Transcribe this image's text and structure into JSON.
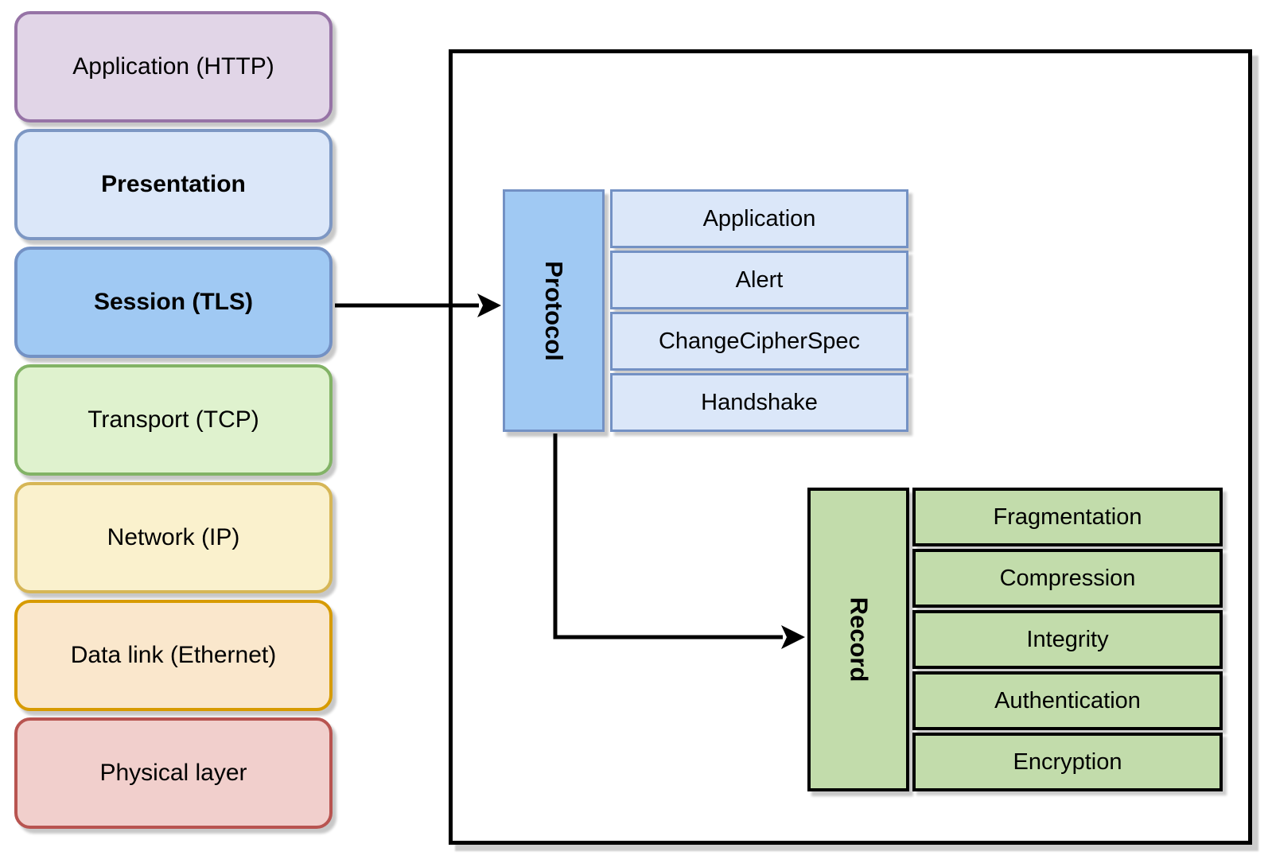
{
  "diagram": {
    "osi_stack": {
      "layers": [
        {
          "label": "Application (HTTP)",
          "fill": "#E1D5E7",
          "border": "#9673A6"
        },
        {
          "label": "Presentation",
          "fill": "#DBE7F9",
          "border": "#7D97C3"
        },
        {
          "label": "Session (TLS)",
          "fill": "#A0C9F3",
          "border": "#7391C4"
        },
        {
          "label": "Transport (TCP)",
          "fill": "#DFF2CE",
          "border": "#82B366"
        },
        {
          "label": "Network (IP)",
          "fill": "#FAF1CD",
          "border": "#D6B656"
        },
        {
          "label": "Data link (Ethernet)",
          "fill": "#FAE7CC",
          "border": "#D79B00"
        },
        {
          "label": "Physical layer",
          "fill": "#F1CFCC",
          "border": "#B85450"
        }
      ]
    },
    "tls_box": {
      "protocol": {
        "header": "Protocol",
        "header_fill": "#A0C9F3",
        "row_fill": "#DBE7F9",
        "border": "#7391C4",
        "rows": [
          "Application",
          "Alert",
          "ChangeCipherSpec",
          "Handshake"
        ]
      },
      "record": {
        "header": "Record",
        "fill": "#C2DCAB",
        "border": "#000000",
        "rows": [
          "Fragmentation",
          "Compression",
          "Integrity",
          "Authentication",
          "Encryption"
        ]
      }
    },
    "arrow_color": "#000000"
  }
}
